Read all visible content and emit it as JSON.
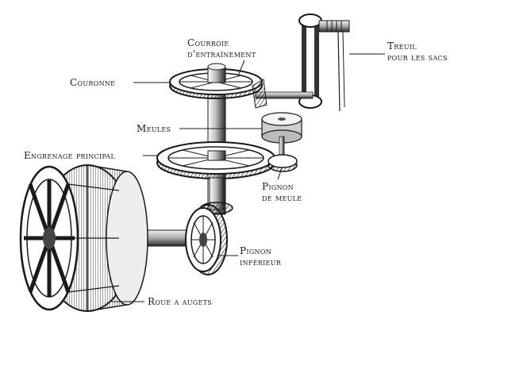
{
  "labels": {
    "courroie": [
      "Courroie",
      "d'entraînement"
    ],
    "treuil": [
      "Treuil",
      "pour les sacs"
    ],
    "couronne": "Couronne",
    "meules": "Meules",
    "engrenage": "Engrenage principal",
    "pignon_meule": [
      "Pignon",
      "de meule"
    ],
    "pignon_inferieur": [
      "Pignon",
      "inférieur"
    ],
    "roue": "Roue a augets"
  },
  "colors": {
    "ink": "#1a1a1a",
    "shade": "#6a6a6a",
    "mid": "#9a9a9a",
    "light": "#d8d8d8"
  }
}
